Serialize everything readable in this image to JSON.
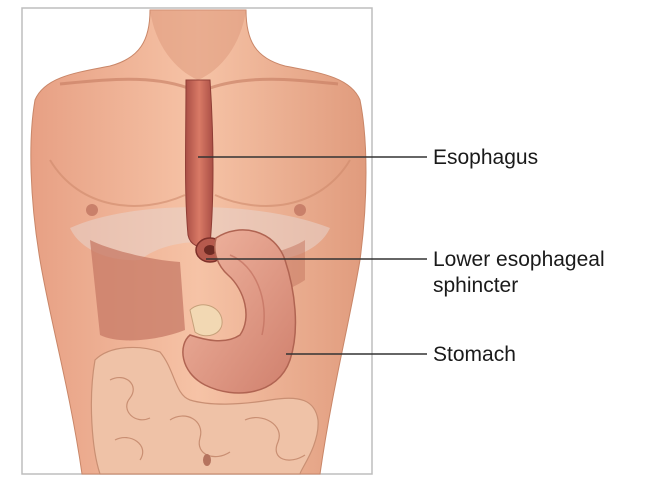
{
  "diagram": {
    "labels": {
      "esophagus": "Esophagus",
      "les_line1": "Lower esophageal",
      "les_line2": "sphincter",
      "stomach": "Stomach"
    }
  },
  "colors": {
    "skin": "#f0b596",
    "skin_shadow": "#d98f70",
    "esophagus": "#c9685a",
    "stomach": "#e39a86",
    "intestine": "#efc2a7",
    "frame": "#bdbdbd",
    "line": "#333333"
  }
}
